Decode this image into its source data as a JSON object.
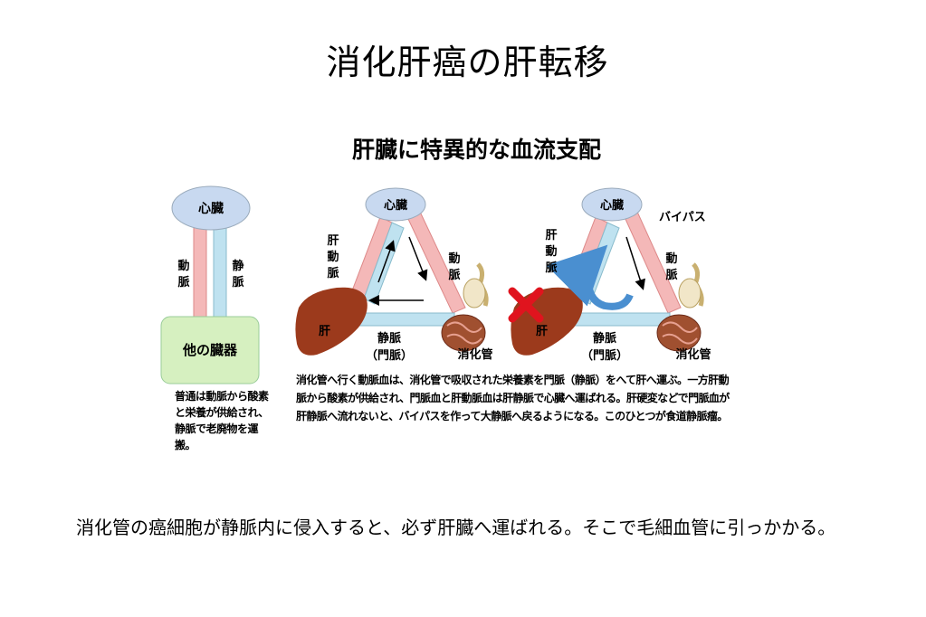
{
  "slide": {
    "title": "消化肝癌の肝転移",
    "caption": "消化管の癌細胞が静脈内に侵入すると、必ず肝臓へ運ばれる。そこで毛細血管に引っかかる。"
  },
  "figure": {
    "title": "肝臓に特異的な血流支配",
    "left_panel": {
      "heart": "心臓",
      "artery_label": "動脈",
      "vein_label": "静脈",
      "organ": "他の臓器",
      "note": "普通は動脈から酸素と栄養が供給され、静脈で老廃物を運搬。"
    },
    "middle_panel": {
      "heart": "心臓",
      "hepatic_artery": "肝動脈",
      "artery": "動脈",
      "liver": "肝",
      "portal_vein_line1": "静脈",
      "portal_vein_line2": "（門脈）",
      "gut": "消化管"
    },
    "right_panel": {
      "heart": "心臓",
      "bypass": "バイパス",
      "hepatic_artery": "肝動脈",
      "artery": "動脈",
      "liver": "肝",
      "portal_vein_line1": "静脈",
      "portal_vein_line2": "（門脈）",
      "gut": "消化管"
    },
    "main_note": "消化管へ行く動脈血は、消化管で吸収された栄養素を門脈（静脈）をへて肝へ運ぶ。一方肝動脈から酸素が供給され、門脈血と肝動脈血は肝静脈で心臓へ運ばれる。肝硬変などで門脈血が肝静脈へ流れないと、バイパスを作って大静脈へ戻るようになる。このひとつが食道静脈瘤。"
  },
  "colors": {
    "artery": "#f4b8b8",
    "vein": "#bfe2f0",
    "heart": "#c8d9f0",
    "organ": "#d6f0c0",
    "liver": "#9c3a1c",
    "block_mark": "#e0141e"
  }
}
